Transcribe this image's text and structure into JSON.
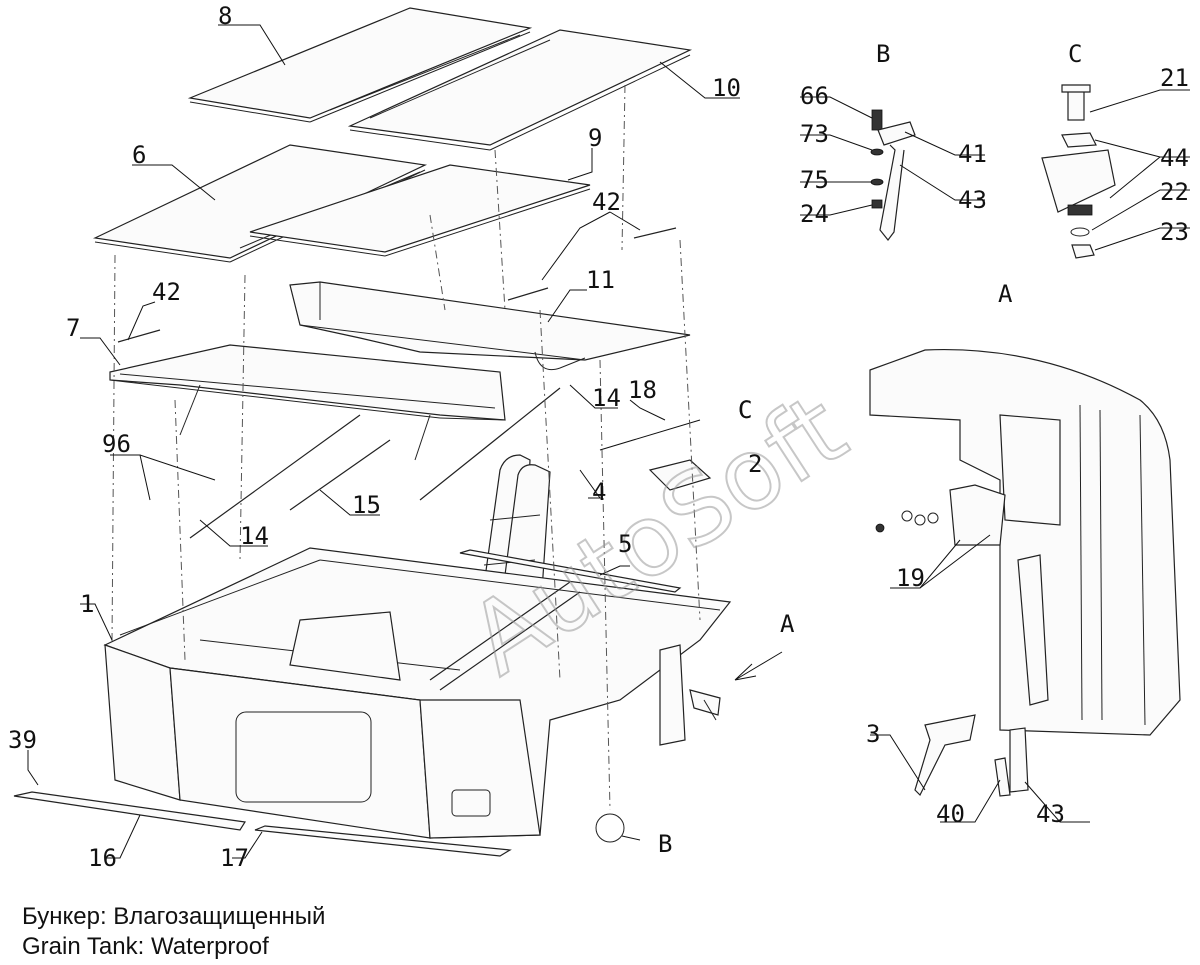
{
  "caption": {
    "ru": "Бункер: Влагозащищенный",
    "en": "Grain Tank: Waterproof"
  },
  "watermark": "AutoSoft",
  "views": [
    "B",
    "C",
    "A",
    "A",
    "B",
    "C"
  ],
  "callouts": [
    "8",
    "10",
    "6",
    "9",
    "42",
    "42",
    "11",
    "7",
    "14",
    "18",
    "C",
    "2",
    "96",
    "4",
    "15",
    "14",
    "5",
    "1",
    "39",
    "16",
    "17",
    "66",
    "73",
    "75",
    "24",
    "41",
    "43",
    "21",
    "44",
    "22",
    "23",
    "19",
    "3",
    "40",
    "43"
  ]
}
